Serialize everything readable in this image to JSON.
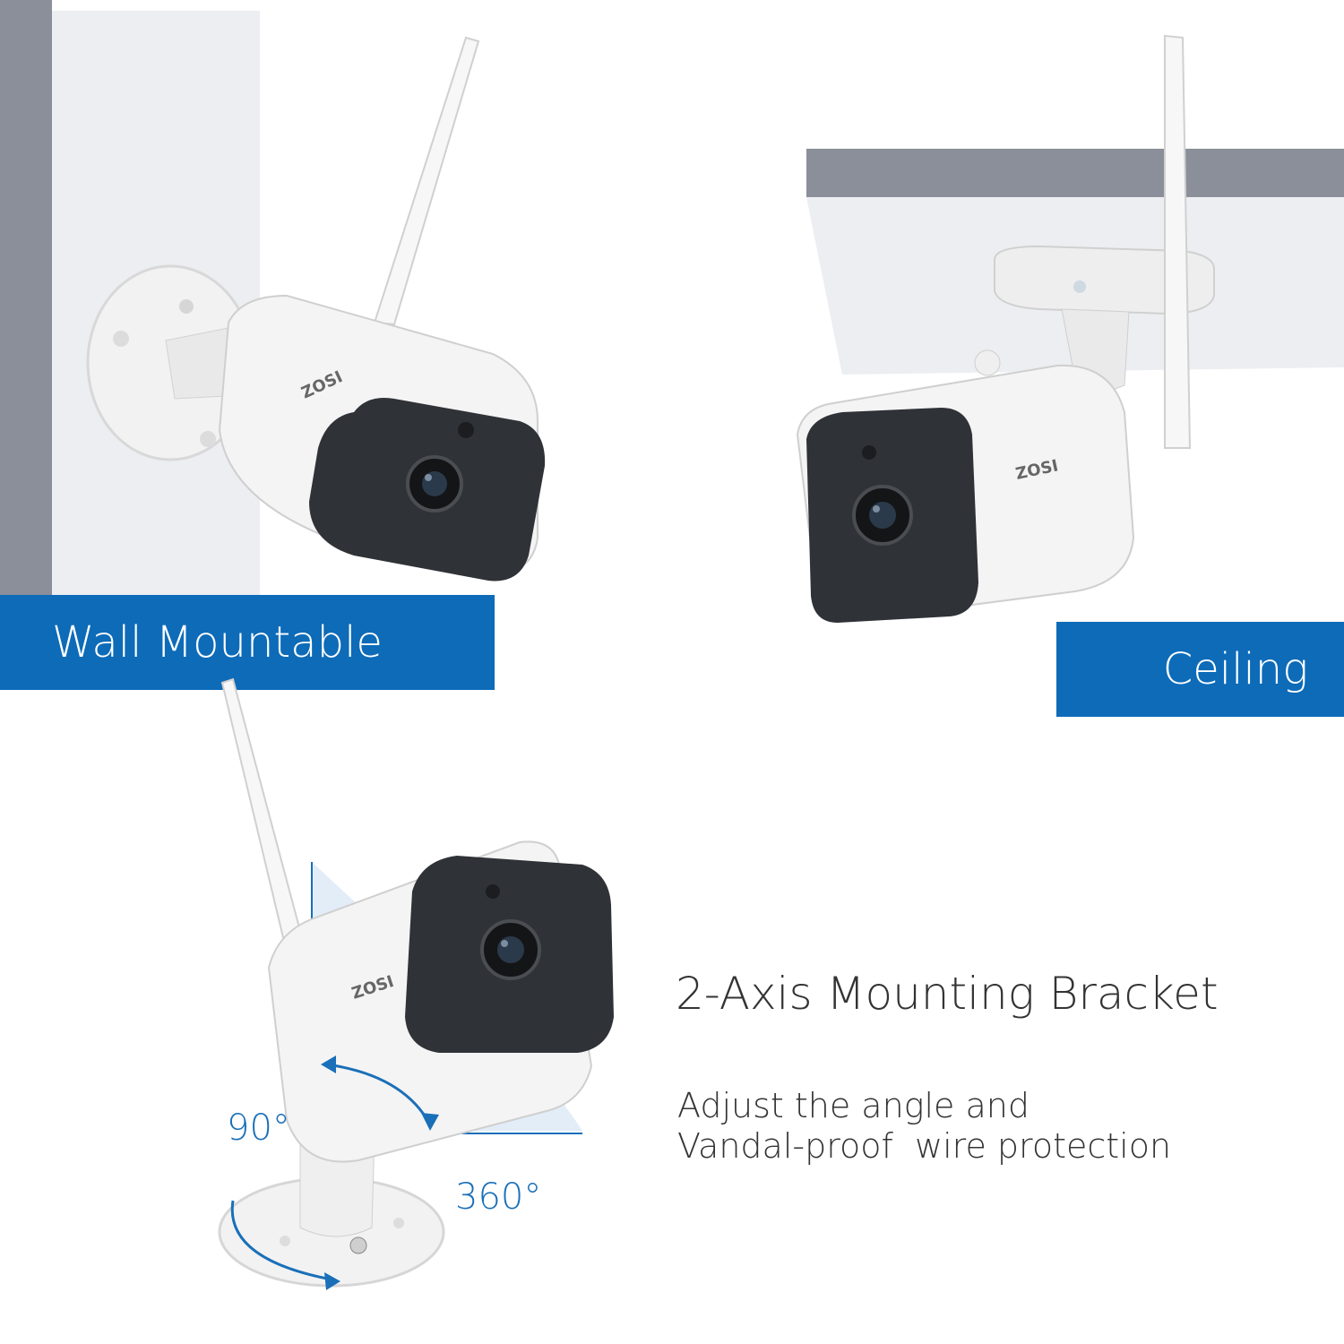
{
  "labels": {
    "wall": "Wall Mountable",
    "ceiling": "Ceiling"
  },
  "feature": {
    "title": "2-Axis Mounting Bracket",
    "line1": "Adjust the angle and",
    "line2": "Vandal-proof  wire protection"
  },
  "angles": {
    "tilt": "90°",
    "pan": "360°"
  },
  "brand": "ZOSI",
  "colors": {
    "accent": "#0d6bb8",
    "wall": "#8a8f99",
    "wall_light": "#eceef1",
    "camera_body": "#f4f4f4",
    "camera_face": "#2f3237"
  }
}
